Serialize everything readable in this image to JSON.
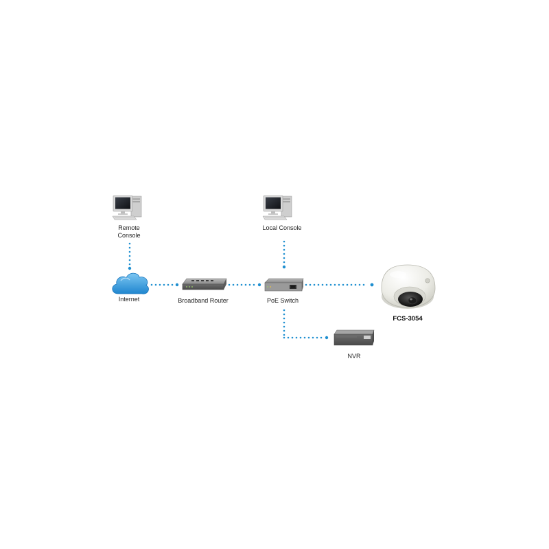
{
  "nodes": {
    "remote_console": {
      "label_line1": "Remote",
      "label_line2": "Console",
      "icon": "desktop-computer-icon"
    },
    "local_console": {
      "label": "Local Console",
      "icon": "desktop-computer-icon"
    },
    "internet": {
      "label": "Internet",
      "icon": "cloud-icon"
    },
    "broadband_router": {
      "label": "Broadband Router",
      "icon": "router-icon"
    },
    "poe_switch": {
      "label": "PoE Switch",
      "icon": "switch-icon"
    },
    "camera": {
      "label": "FCS-3054",
      "icon": "dome-camera-icon"
    },
    "nvr": {
      "label": "NVR",
      "icon": "nvr-box-icon"
    }
  },
  "colors": {
    "connector": "#1f8fd0",
    "cloud": "#3aa0e0",
    "device_gray": "#8c8c8c",
    "camera_white": "#eeeeea"
  }
}
